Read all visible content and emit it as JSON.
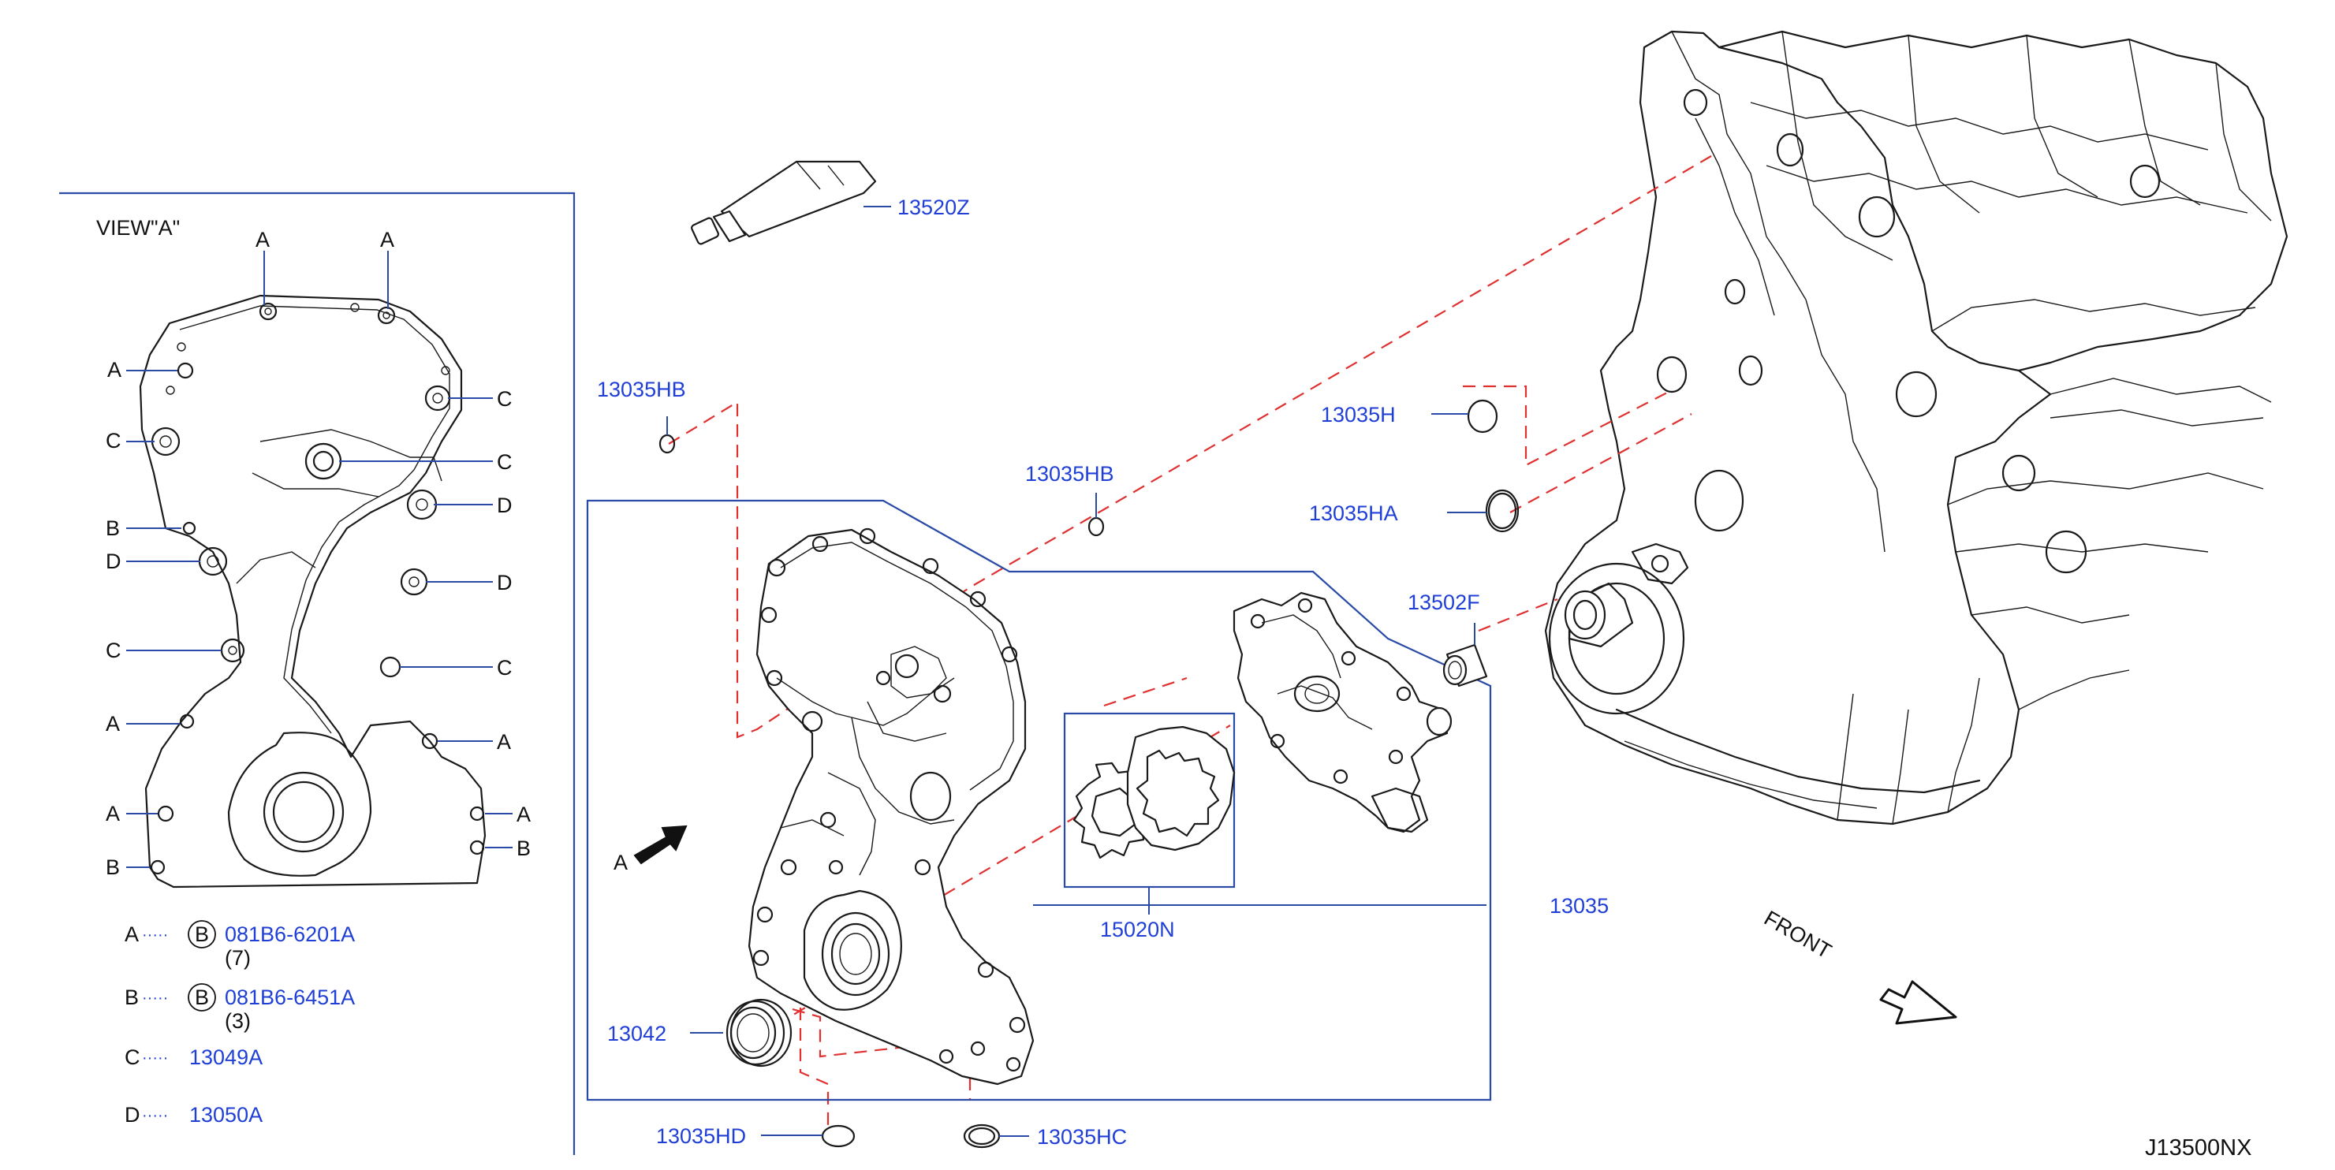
{
  "view_label": "VIEW\"A\"",
  "drawing_number": "J13500NX",
  "front_label": "FRONT",
  "view_arrow_label": "A",
  "callouts": {
    "p13520Z": "13520Z",
    "p13035HB_top": "13035HB",
    "p13035HB_mid": "13035HB",
    "p13035H": "13035H",
    "p13035HA": "13035HA",
    "p13502F": "13502F",
    "p13035": "13035",
    "p15020N": "15020N",
    "p13042": "13042",
    "p13035HD": "13035HD",
    "p13035HC": "13035HC"
  },
  "view_letters": {
    "a1": "A",
    "a2": "A",
    "a3": "A",
    "a4": "A",
    "a5": "A",
    "a6": "A",
    "a7": "A",
    "b1": "B",
    "b2": "B",
    "b3": "B",
    "c1": "C",
    "c2": "C",
    "c3": "C",
    "c4": "C",
    "c5": "C",
    "d1": "D",
    "d2": "D",
    "d3": "D"
  },
  "legend": [
    {
      "letter": "A",
      "dots": "·····",
      "bolt_symbol": "B",
      "part": "081B6-6201A",
      "qty": "(7)"
    },
    {
      "letter": "B",
      "dots": "·····",
      "bolt_symbol": "B",
      "part": "081B6-6451A",
      "qty": "(3)"
    },
    {
      "letter": "C",
      "dots": "·····",
      "bolt_symbol": "",
      "part": "13049A",
      "qty": ""
    },
    {
      "letter": "D",
      "dots": "·····",
      "bolt_symbol": "",
      "part": "13050A",
      "qty": ""
    }
  ],
  "colors": {
    "callout_text": "#1f3fd6",
    "leader": "#2a4aa8",
    "dashed_guide": "#e03030",
    "linework": "#1a1a1a"
  }
}
